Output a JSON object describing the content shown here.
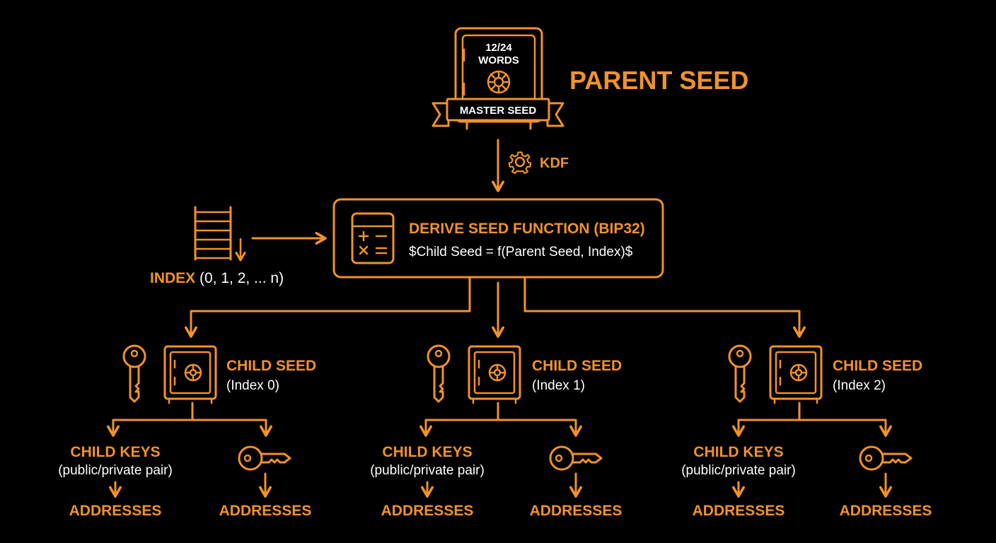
{
  "parent": {
    "title": "PARENT SEED",
    "vault_words": [
      "12/24",
      "WORDS"
    ],
    "banner": "MASTER SEED"
  },
  "kdf": {
    "label": "KDF"
  },
  "derive": {
    "title": "DERIVE SEED FUNCTION (BIP32)",
    "formula": "$Child Seed = f(Parent Seed, Index)$"
  },
  "index": {
    "label": "INDEX",
    "range": " (0, 1, 2, ... n)"
  },
  "children": [
    {
      "title": "CHILD SEED",
      "sub": "(Index 0)",
      "keys_title": "CHILD KEYS",
      "keys_sub": "(public/private pair)",
      "addr_left": "ADDRESSES",
      "addr_right": "ADDRESSES"
    },
    {
      "title": "CHILD SEED",
      "sub": "(Index 1)",
      "keys_title": "CHILD KEYS",
      "keys_sub": "(public/private pair)",
      "addr_left": "ADDRESSES",
      "addr_right": "ADDRESSES"
    },
    {
      "title": "CHILD SEED",
      "sub": "(Index 2)",
      "keys_title": "CHILD KEYS",
      "keys_sub": "(public/private pair)",
      "addr_left": "ADDRESSES",
      "addr_right": "ADDRESSES"
    }
  ],
  "colors": {
    "accent": "#f0922c",
    "background": "#000000",
    "text": "#ffffff"
  }
}
